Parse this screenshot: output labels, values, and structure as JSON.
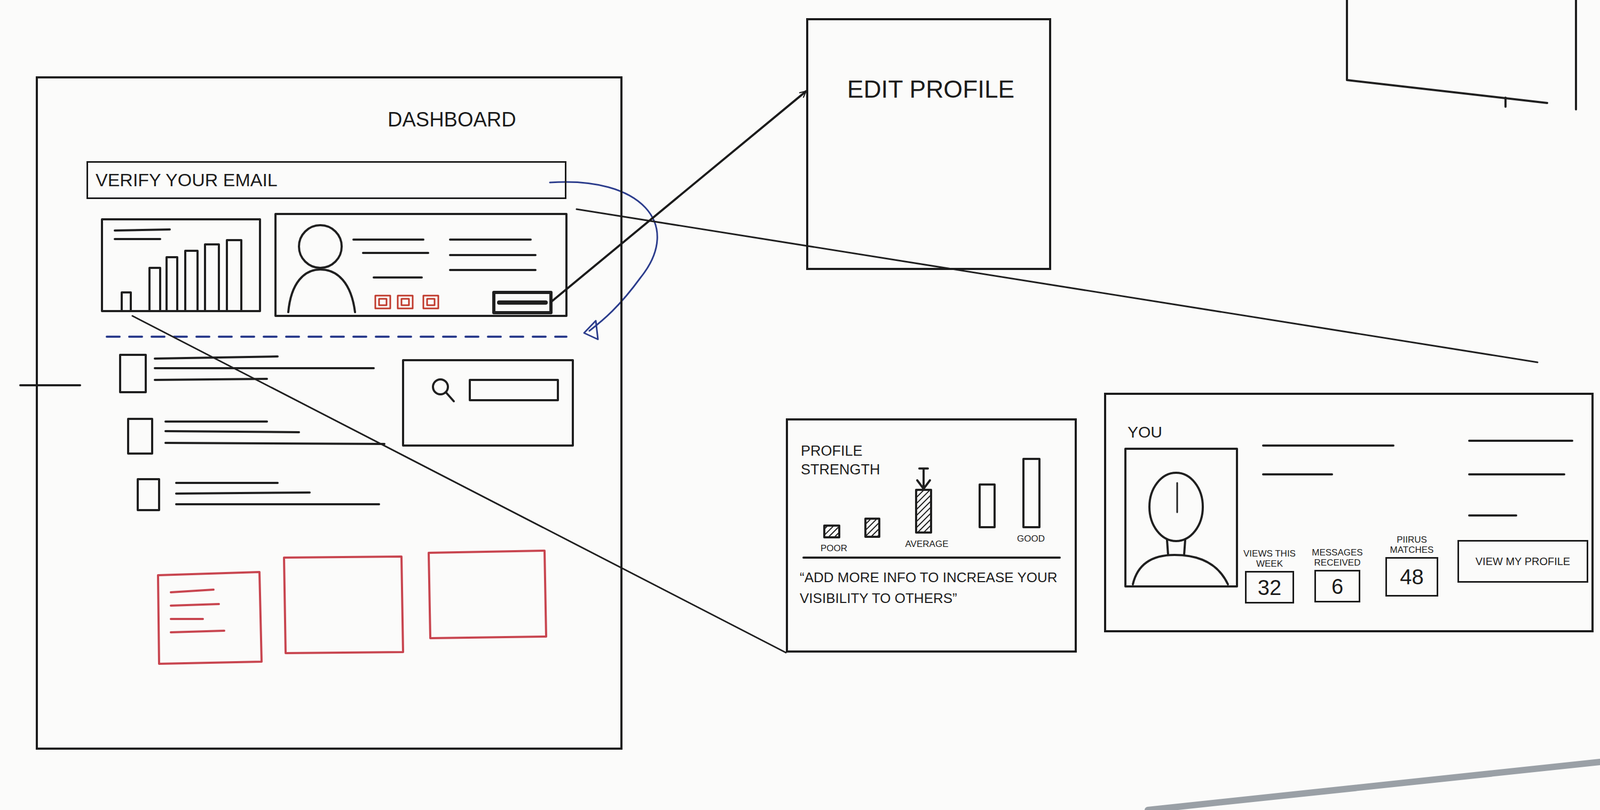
{
  "diagram": {
    "nodes": [
      {
        "text": [
          "DASHBOARD"
        ]
      },
      {
        "text": [
          "VERIFY YOUR EMAIL"
        ],
        "in": 0
      },
      {
        "text": [
          "EDIT PROFILE"
        ]
      },
      {
        "text": [
          "PROFILE STRENGTH",
          "POOR",
          "AVERAGE",
          "GOOD",
          "“ADD MORE INFO TO INCREASE YOUR VISIBILITY TO OTHERS”"
        ]
      },
      {
        "text": [
          "YOU"
        ]
      },
      {
        "text": [
          "VIEWS THIS WEEK",
          "32"
        ],
        "in": 4
      },
      {
        "text": [
          "MESSAGES RECEIVED",
          "6"
        ],
        "in": 4
      },
      {
        "text": [
          "PIIRUS MATCHES",
          "48"
        ],
        "in": 4
      },
      {
        "text": [
          "VIEW MY PROFILE"
        ],
        "in": 4
      }
    ],
    "edges": [
      {
        "from": 0,
        "to": 2,
        "arrow": "to"
      }
    ]
  }
}
